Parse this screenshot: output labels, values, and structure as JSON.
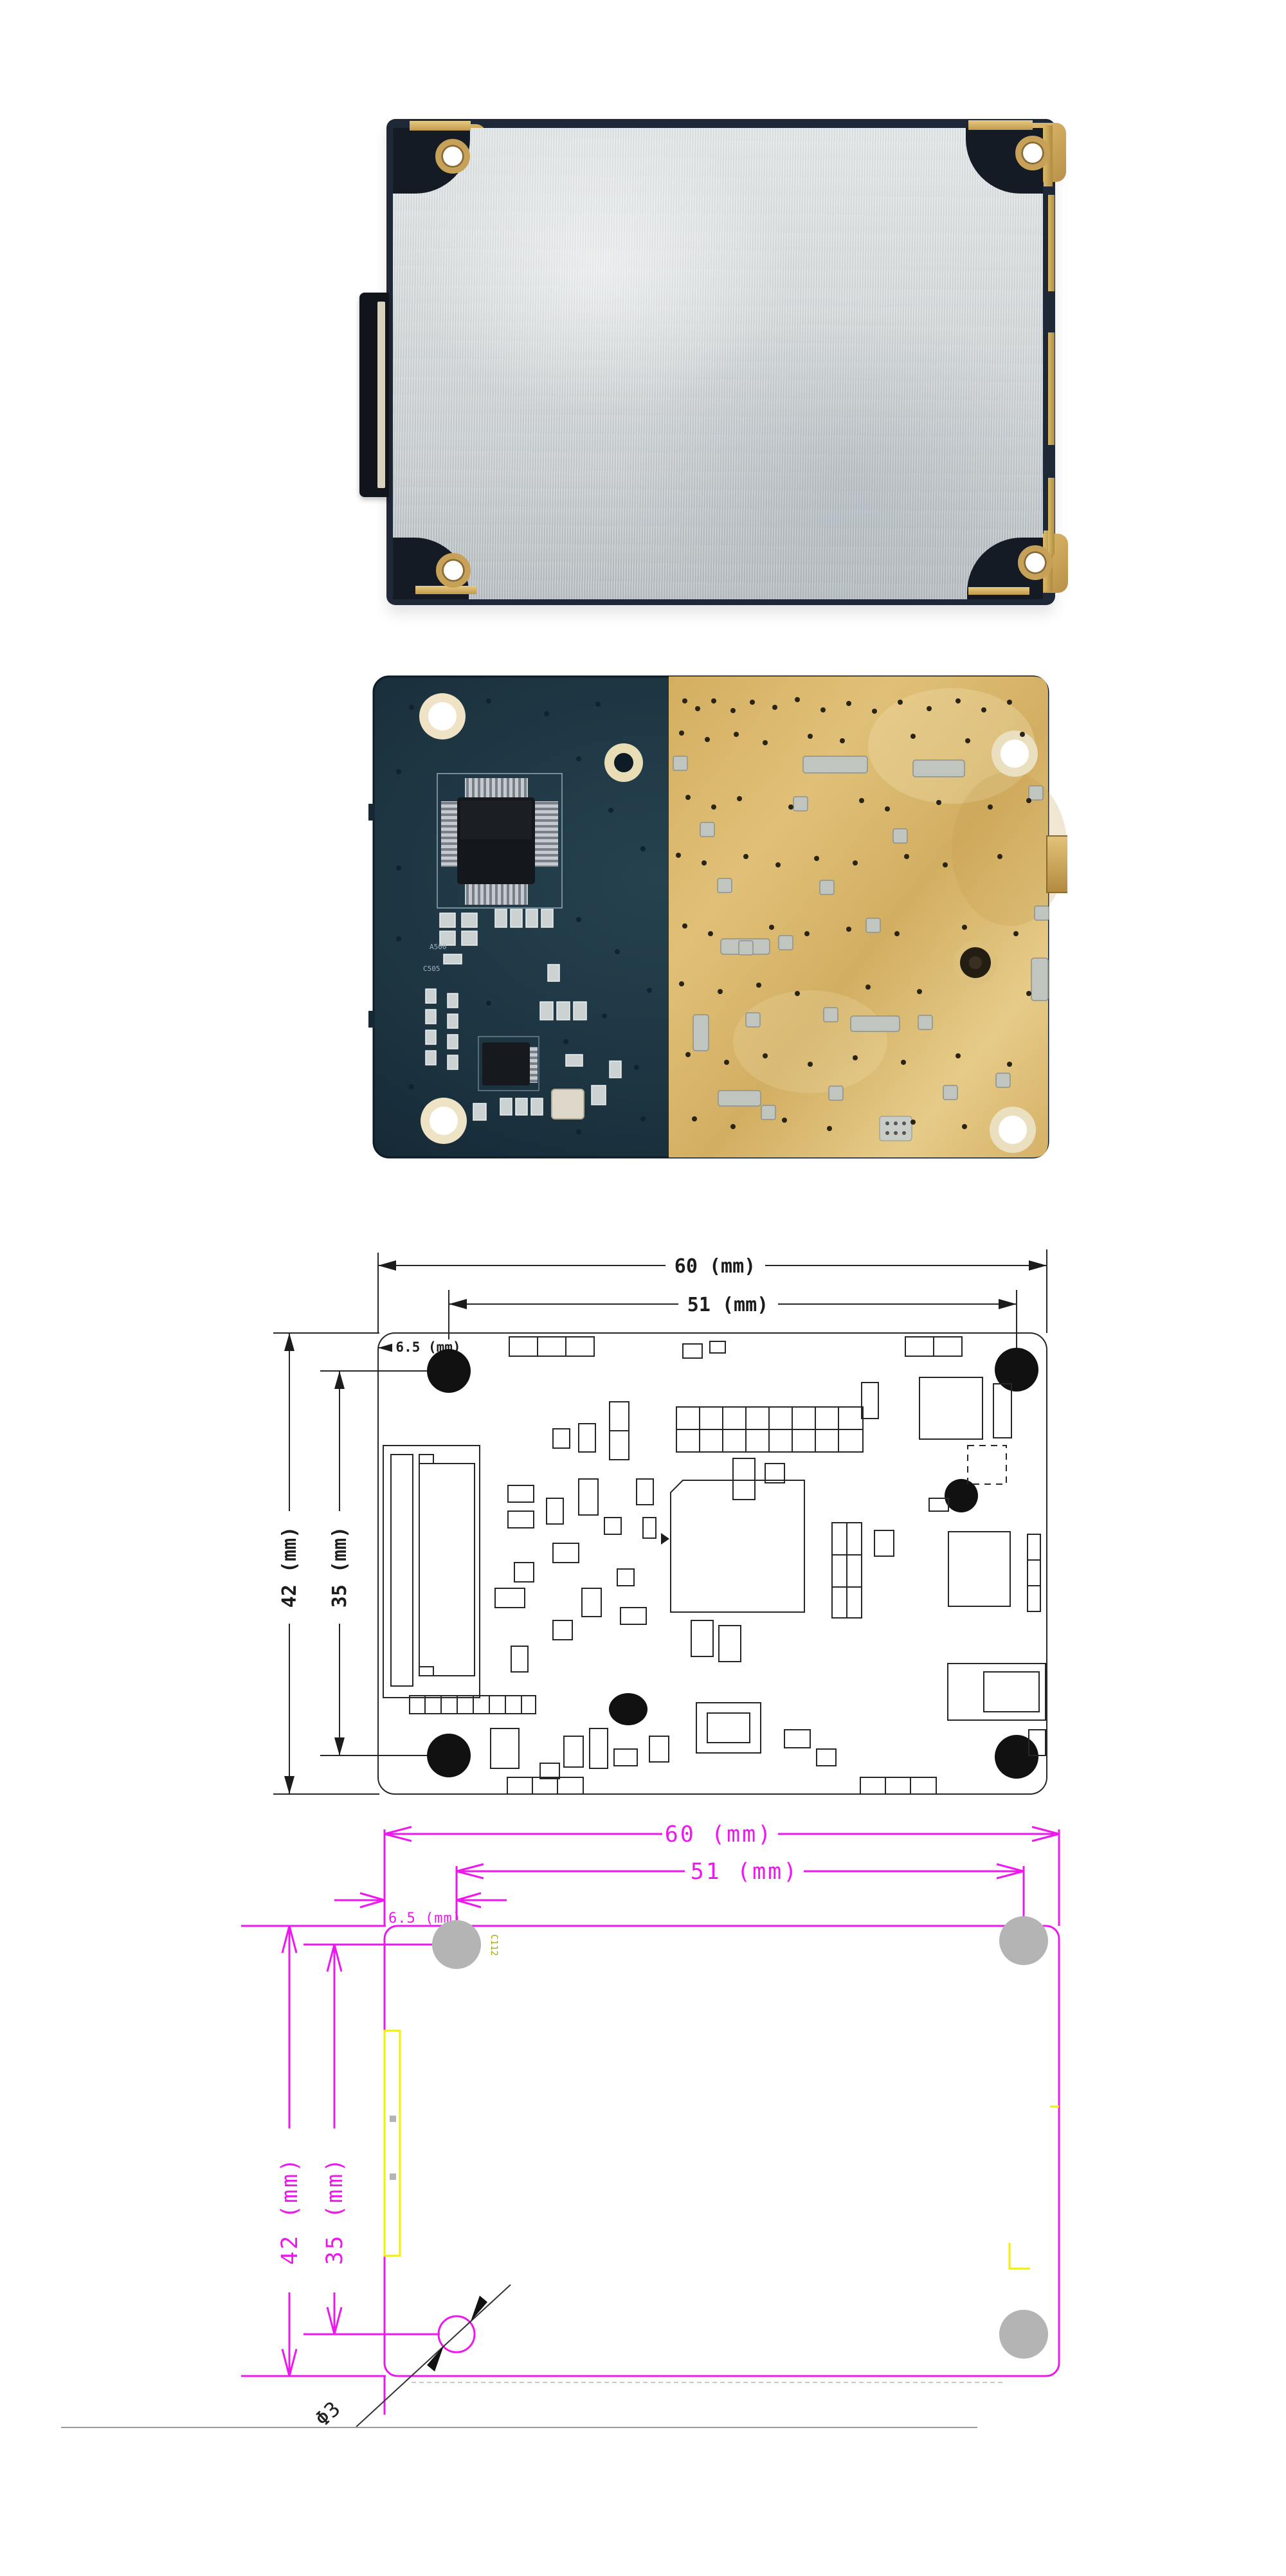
{
  "page": {
    "background": "#ffffff"
  },
  "photos": {
    "shield_view": {
      "name": "module-top-with-shield",
      "shield_color": "#d4d9da",
      "board_color": "#1e2836",
      "gold_color": "#cfa95c"
    },
    "pcb_back_view": {
      "name": "module-bottom-pcb",
      "board_color": "#1d323f",
      "ground_plane_color": "#d8b express",
      "silk_labels": {
        "label_a": "A500",
        "label_c": "C505"
      }
    }
  },
  "drawing_bw": {
    "line_color": "#262626",
    "width_total": "60 (mm)",
    "width_inner": "51 (mm)",
    "offset_left": "6.5 (mm)",
    "height_total": "42 (mm)",
    "height_inner": "35 (mm)"
  },
  "drawing_pink": {
    "line_color": "#ee18ee",
    "accent_yellow": "#f2f200",
    "pad_gray": "#b4b4b4",
    "width_total": "60 (mm)",
    "width_inner": "51 (mm)",
    "offset_left": "6.5 (mm)",
    "height_total": "42 (mm)",
    "height_inner": "35 (mm)",
    "hole_diameter": "Φ3",
    "ref_label": "C112"
  }
}
